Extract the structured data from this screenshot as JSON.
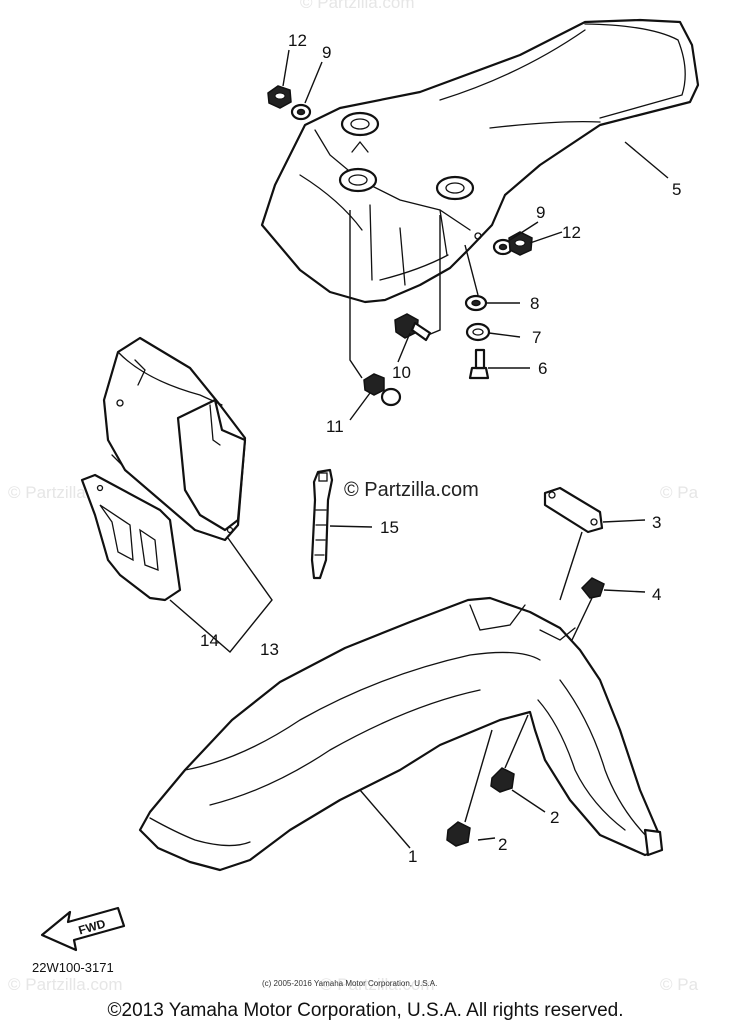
{
  "diagram": {
    "callouts": {
      "c1": "1",
      "c2a": "2",
      "c2b": "2",
      "c3": "3",
      "c4": "4",
      "c5": "5",
      "c6": "6",
      "c7": "7",
      "c8": "8",
      "c9a": "9",
      "c9b": "9",
      "c10": "10",
      "c11": "11",
      "c12a": "12",
      "c12b": "12",
      "c13": "13",
      "c14": "14",
      "c15": "15"
    },
    "watermark_center": "© Partzilla.com",
    "watermark_repeat": "© Partzilla.com",
    "watermark_edge": "© Pa",
    "fwd_label": "FWD",
    "drawing_code": "22W100-3171",
    "small_copyright": "(c) 2005-2016 Yamaha Motor Corporation, U.S.A."
  },
  "footer": {
    "copyright": "©2013 Yamaha Motor Corporation, U.S.A. All rights reserved."
  }
}
